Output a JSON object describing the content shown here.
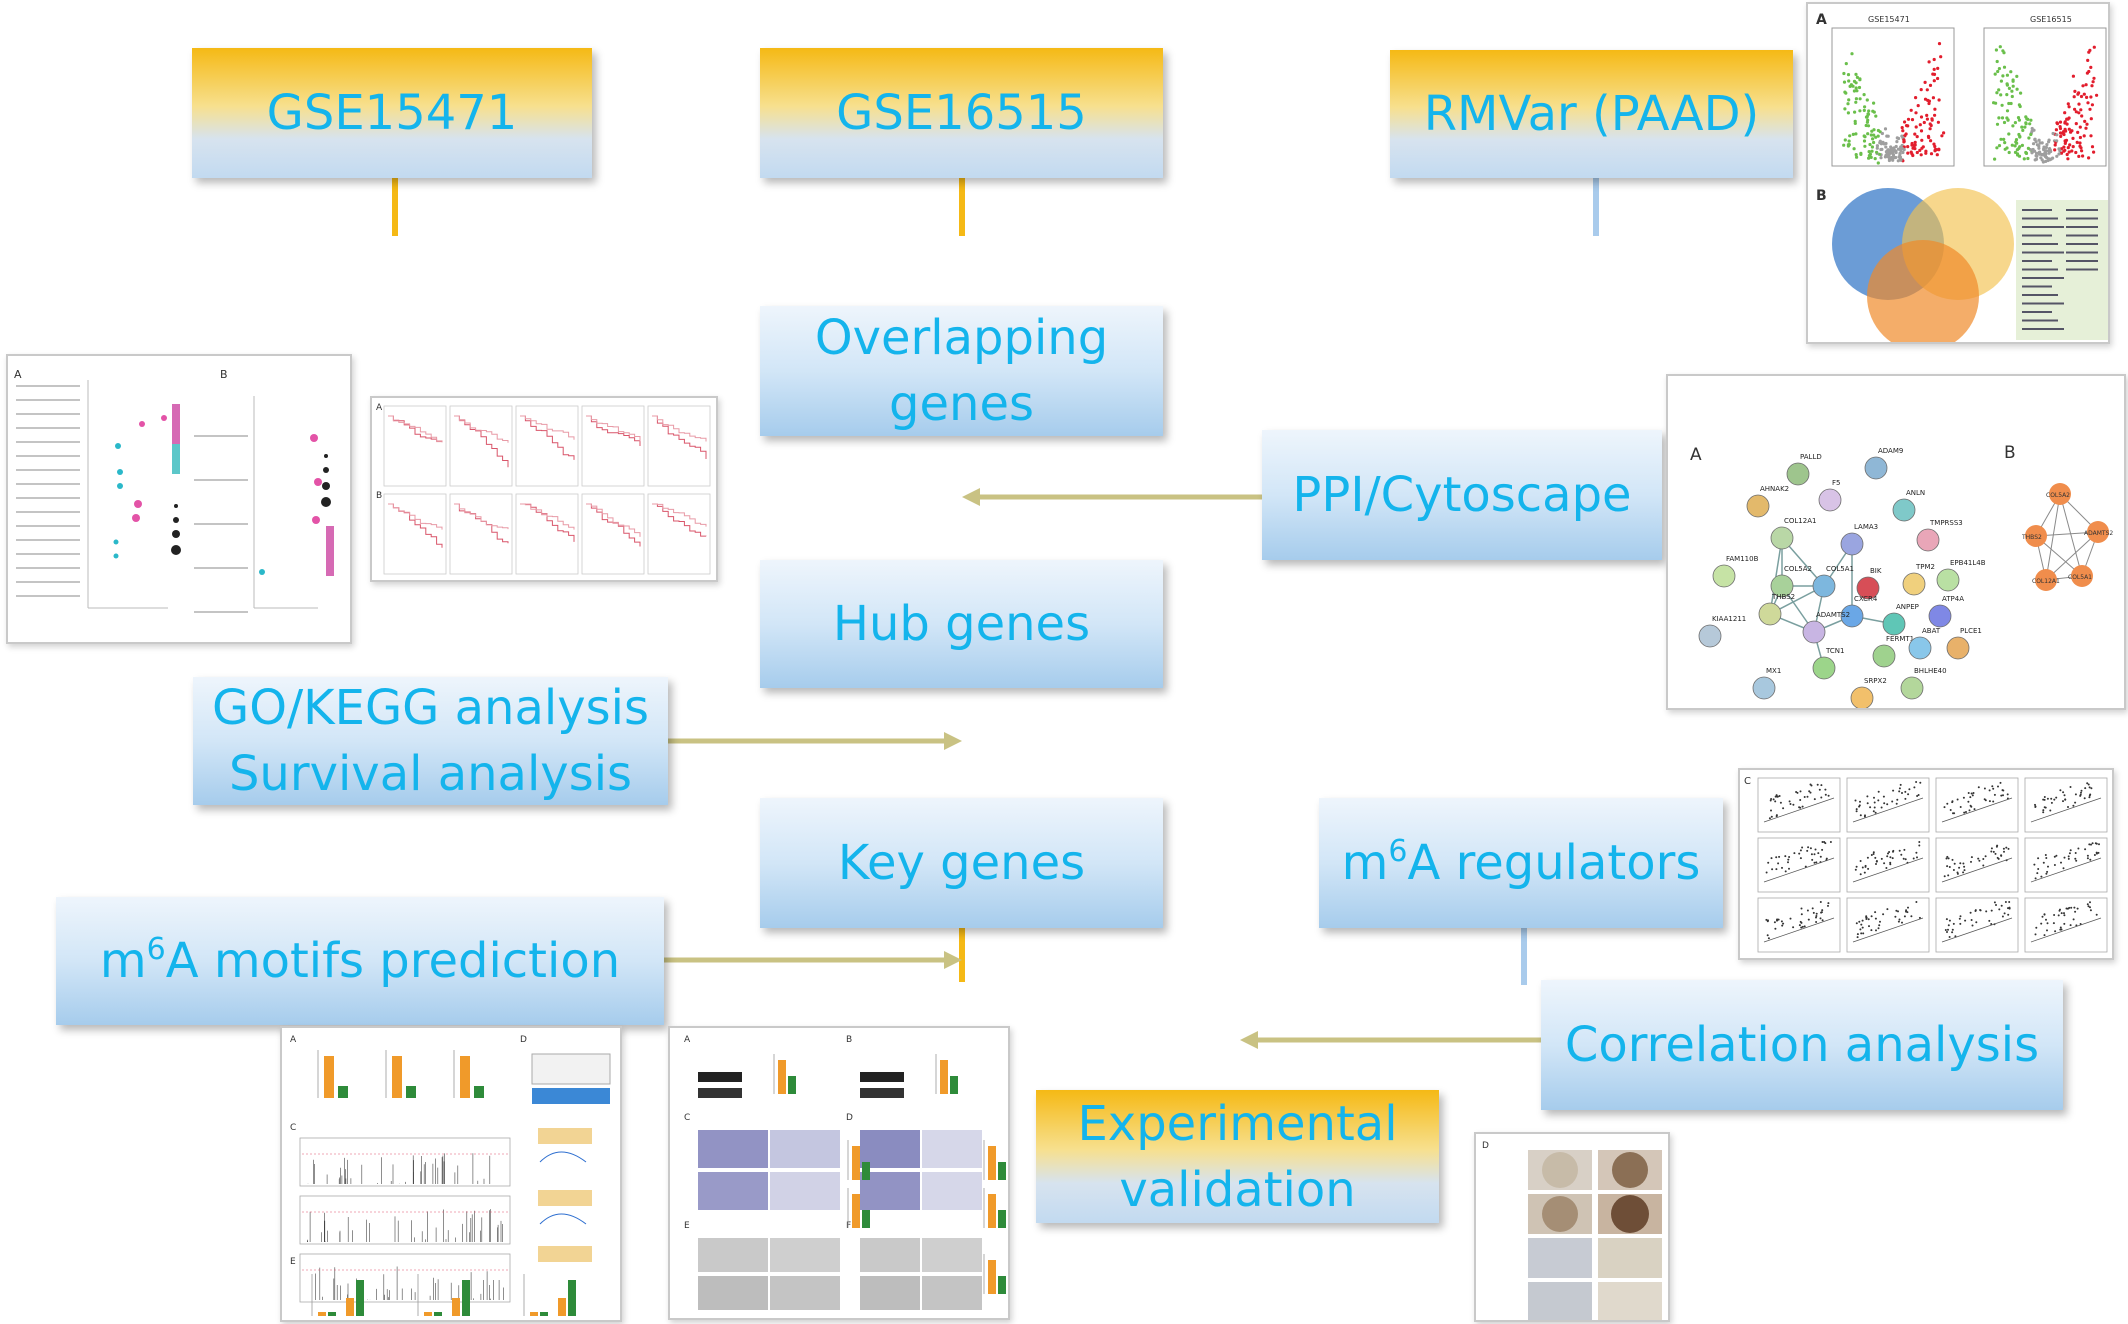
{
  "nodes": {
    "gse15471": "GSE15471",
    "gse16515": "GSE16515",
    "rmvar": "RMVar (PAAD)",
    "overlapping": [
      "Overlapping",
      "genes"
    ],
    "ppi": "PPI/Cytoscape",
    "hub": "Hub genes",
    "gokegg": [
      "GO/KEGG analysis",
      "Survival analysis"
    ],
    "key": "Key genes",
    "m6a_regulators": {
      "pre": "m",
      "sup": "6",
      "post": "A regulators"
    },
    "m6a_motifs": {
      "pre": "m",
      "sup": "6",
      "post": "A motifs prediction"
    },
    "correlation": "Correlation analysis",
    "experimental": [
      "Experimental",
      "validation"
    ]
  },
  "thumbnails": {
    "volcano_venn": {
      "panel_a": "A",
      "panel_b": "B",
      "title_left": "GSE15471",
      "title_right": "GSE16515"
    },
    "ppi_network": {
      "panel_a": "A",
      "panel_b": "B",
      "genes": [
        "PALLD",
        "ADAM9",
        "AHNAK2",
        "F5",
        "ANLN",
        "COL12A1",
        "LAMA3",
        "TMPRSS3",
        "FAM110B",
        "COL5A2",
        "COL5A1",
        "BIK",
        "TPM2",
        "EPB41L4B",
        "CXCR4",
        "ANPEP",
        "ATP4A",
        "KIAA1211",
        "THBS2",
        "ADAMTS2",
        "FERMT1",
        "ABAT",
        "PLCE1",
        "MX1",
        "TCN1",
        "SRPX2",
        "BHLHE40"
      ],
      "hub_genes": [
        "COL5A2",
        "ADAMTS2",
        "THBS2",
        "COL5A1",
        "COL12A1"
      ]
    },
    "go_kegg": {
      "panel_a": "A",
      "panel_b": "B"
    },
    "survival": {
      "panel_a": "A",
      "panel_b": "B"
    },
    "correlation_scatter": {
      "panel_c": "C"
    },
    "motif_panel": {
      "panel_a": "A",
      "panel_c": "C",
      "panel_d": "D",
      "panel_e": "E"
    },
    "functional_panel": {
      "panel_a": "A",
      "panel_b": "B",
      "panel_c": "C",
      "panel_d": "D",
      "panel_e": "E",
      "panel_f": "F"
    },
    "ihc_panel": {
      "panel_d": "D"
    }
  },
  "colors": {
    "gold": "#f5b915",
    "blue_text": "#14b4ec",
    "connector_gold": "#f5b915",
    "connector_olive": "#c9c283",
    "connector_blue": "#a9cbec"
  }
}
